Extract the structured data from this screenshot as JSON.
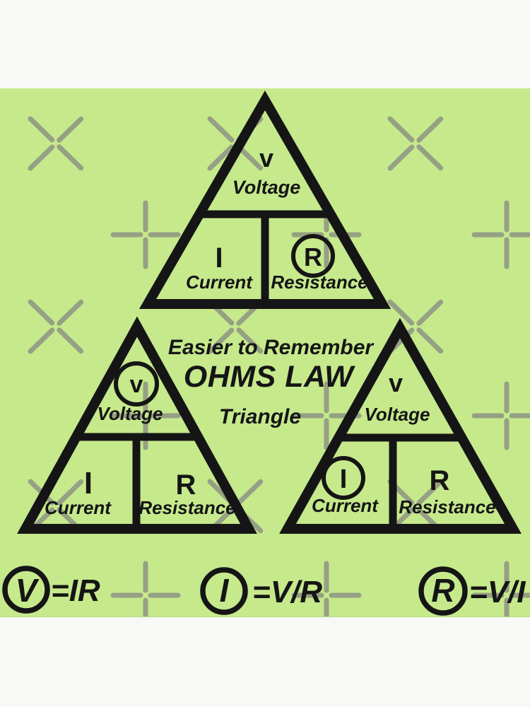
{
  "colors": {
    "background": "#c6e98c",
    "margin": "#f8f8f7",
    "ink": "#151515",
    "watermark": "#96a084"
  },
  "title": {
    "line1": "Easier to Remember",
    "line2": "OHMS LAW",
    "line3": "Triangle"
  },
  "triangle_top": {
    "voltage_letter": "v",
    "voltage_label": "Voltage",
    "current_letter": "I",
    "current_label": "Current",
    "resistance_letter": "R",
    "resistance_label": "Resistance",
    "circled": "resistance"
  },
  "triangle_left": {
    "voltage_letter": "v",
    "voltage_label": "Voltage",
    "current_letter": "I",
    "current_label": "Current",
    "resistance_letter": "R",
    "resistance_label": "Resistance",
    "circled": "voltage"
  },
  "triangle_right": {
    "voltage_letter": "v",
    "voltage_label": "Voltage",
    "current_letter": "I",
    "current_label": "Current",
    "resistance_letter": "R",
    "resistance_label": "Resistance",
    "circled": "current"
  },
  "formulas": {
    "voltage": {
      "symbol": "V",
      "expression": "=IR"
    },
    "current": {
      "symbol": "I",
      "expression": "=V/R"
    },
    "resistance": {
      "symbol": "R",
      "expression": "=V/I"
    }
  },
  "watermark": {
    "cross_icon": "diagonal-cross",
    "plus_icon": "plus-cross"
  }
}
